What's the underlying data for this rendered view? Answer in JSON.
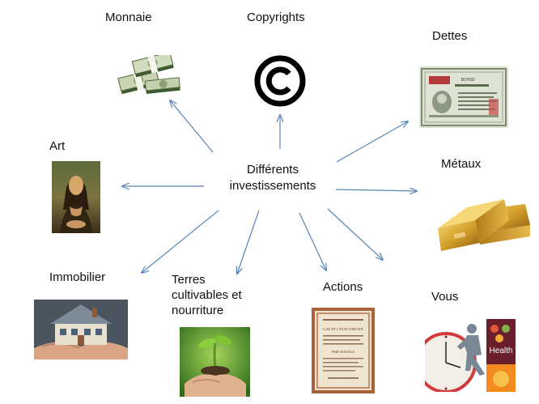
{
  "center": {
    "line1": "Différents",
    "line2": "investissements"
  },
  "nodes": {
    "monnaie": "Monnaie",
    "copyrights": "Copyrights",
    "dettes": "Dettes",
    "art": "Art",
    "metaux": "Métaux",
    "immobilier": "Immobilier",
    "terres": {
      "line1": "Terres",
      "line2": "cultivables et",
      "line3": "nourriture"
    },
    "actions": "Actions",
    "vous": "Vous"
  },
  "arrow_color": "#5a85b8",
  "images": {
    "monnaie": "money-stack-icon",
    "copyrights": "copyright-symbol-icon",
    "dettes": "bond-certificate-image",
    "art": "mona-lisa-painting",
    "metaux": "gold-bars-image",
    "immobilier": "house-in-hands-image",
    "terres": "seedling-in-hands-image",
    "actions": "share-certificate-image",
    "vous": "health-clock-runner-image"
  },
  "inline_text": {
    "dettes_doc": "BOND",
    "actions_doc_1": "GAZ ET L'ÉLECTRICITÉ",
    "actions_doc_2": "PART SOCIALE",
    "vous_health": "Health"
  }
}
